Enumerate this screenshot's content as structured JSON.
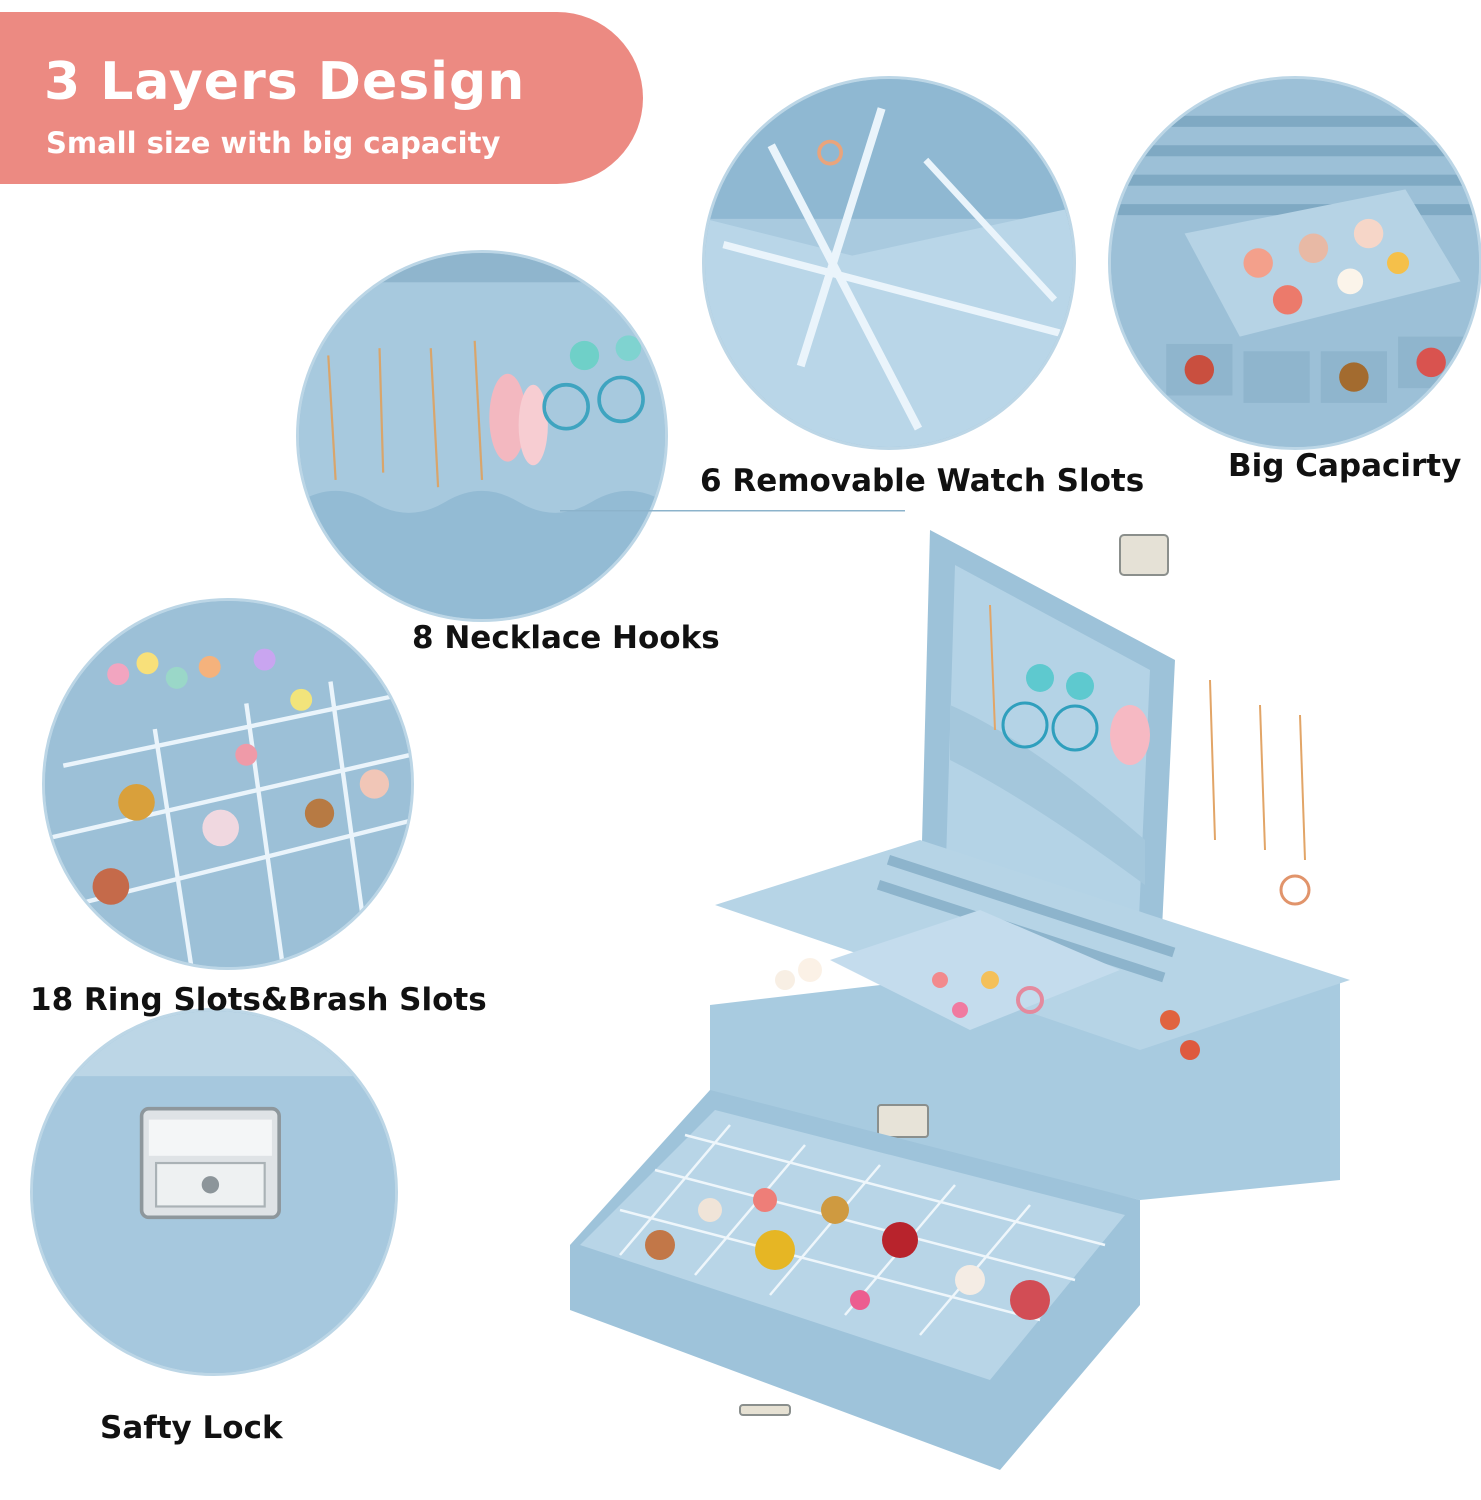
{
  "banner": {
    "title": "3 Layers Design",
    "subtitle": "Small size with big capacity"
  },
  "features": [
    {
      "label": "6 Removable Watch Slots",
      "icon": "watch-slots"
    },
    {
      "label": "Big Capacirty",
      "icon": "big-capacity"
    },
    {
      "label": "8 Necklace Hooks",
      "icon": "necklace-hooks"
    },
    {
      "label": "18 Ring Slots&Brash Slots",
      "icon": "ring-slots"
    },
    {
      "label": "Safty Lock",
      "icon": "lock"
    }
  ],
  "colors": {
    "banner": "#ec8a82",
    "velvet": "#9fc3da",
    "velvet_dark": "#7fa9c3",
    "caption": "#111111"
  }
}
